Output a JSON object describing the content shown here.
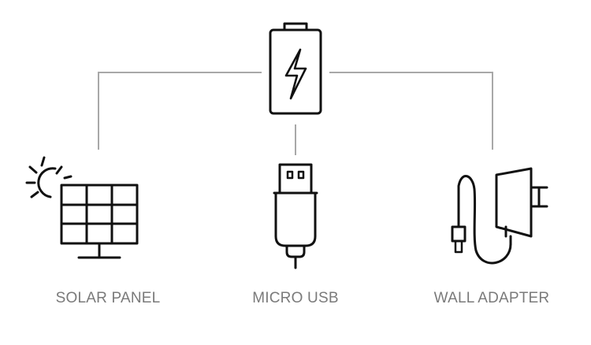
{
  "sources": [
    {
      "id": "solar",
      "label": "SOLAR PANEL",
      "icon": "solar-panel-icon"
    },
    {
      "id": "usb",
      "label": "MICRO USB",
      "icon": "micro-usb-icon"
    },
    {
      "id": "wall",
      "label": "WALL ADAPTER",
      "icon": "wall-adapter-icon"
    }
  ],
  "hub": {
    "icon": "battery-charging-icon"
  },
  "colors": {
    "icon": "#111111",
    "connector": "#a8a8a8",
    "label": "#7a7a7a"
  }
}
